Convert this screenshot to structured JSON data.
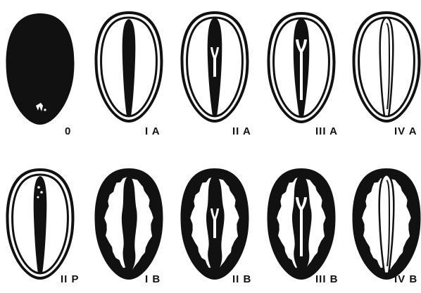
{
  "colors": {
    "ink": "#111111",
    "paper": "#ffffff"
  },
  "panels": [
    {
      "id": "0",
      "label": "0",
      "variant": "solid-fill"
    },
    {
      "id": "IA",
      "label": "I A",
      "variant": "central-band"
    },
    {
      "id": "IIA",
      "label": "II A",
      "variant": "central-band-with-inner-fork"
    },
    {
      "id": "IIIA",
      "label": "III A",
      "variant": "central-band-with-long-fork"
    },
    {
      "id": "IVA",
      "label": "IV A",
      "variant": "thin-outlined-central-band"
    },
    {
      "id": "IIP",
      "label": "II P",
      "variant": "central-band-with-dots"
    },
    {
      "id": "IB",
      "label": "I B",
      "variant": "wavy-border-central-band"
    },
    {
      "id": "IIB",
      "label": "II B",
      "variant": "wavy-border-band-with-fork"
    },
    {
      "id": "IIIB",
      "label": "III B",
      "variant": "wavy-border-band-with-long-fork"
    },
    {
      "id": "IVB",
      "label": "IV B",
      "variant": "wavy-border-thin-outlined-band"
    }
  ]
}
